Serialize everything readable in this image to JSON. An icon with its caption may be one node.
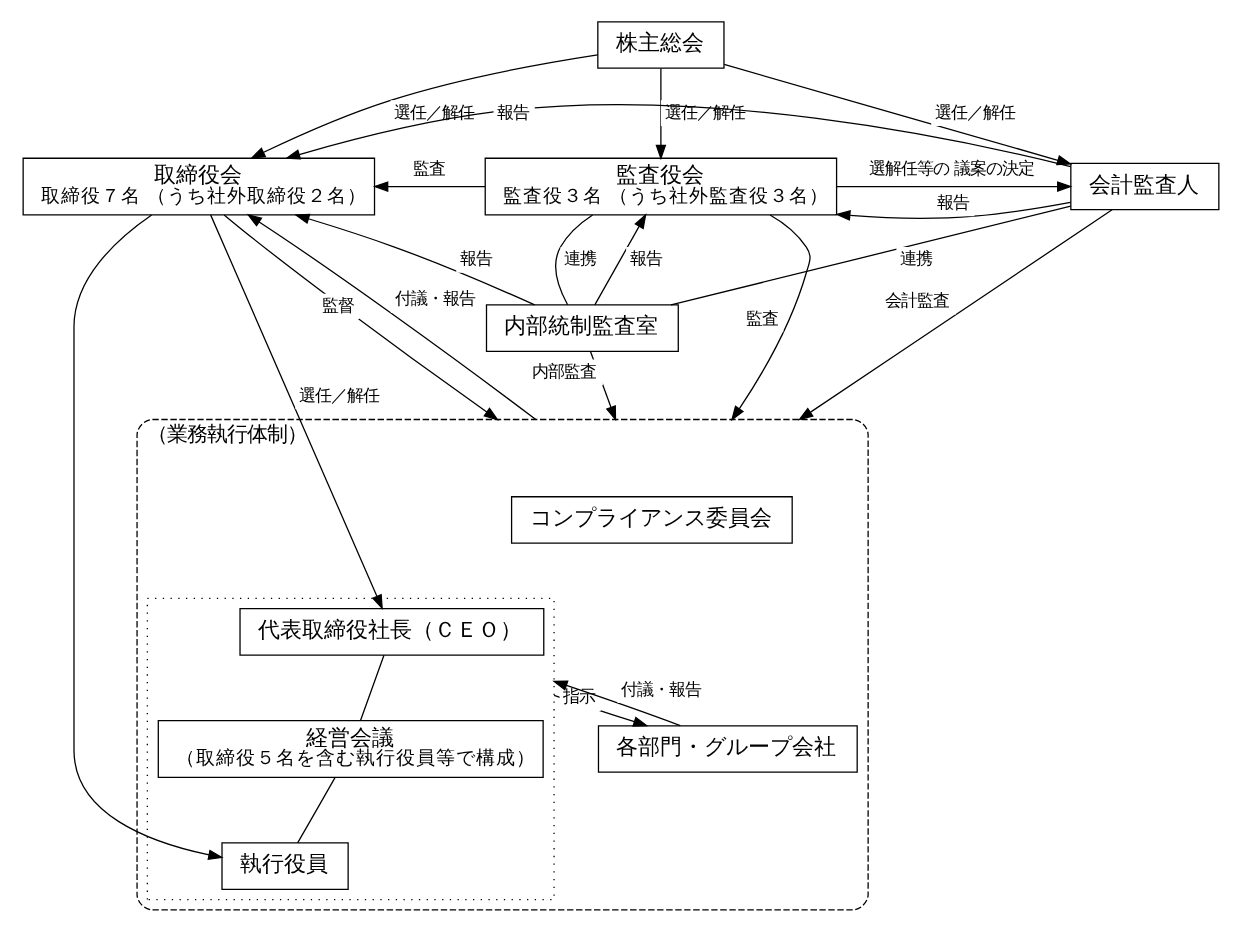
{
  "diagram": {
    "nodes": [
      {
        "text": [
          "株主総会"
        ]
      },
      {
        "text": [
          "取締役会",
          "取締役７名 （うち社外取締役２名）"
        ]
      },
      {
        "text": [
          "監査役会",
          "監査役３名 （うち社外監査役３名）"
        ]
      },
      {
        "text": [
          "会計監査人"
        ]
      },
      {
        "text": [
          "内部統制監査室"
        ]
      },
      {
        "text": [
          "（業務執行体制）"
        ]
      },
      {
        "text": [],
        "shape": "box",
        "in": 5
      },
      {
        "text": [
          "代表取締役社長（ＣＥＯ）"
        ],
        "in": 6
      },
      {
        "text": [
          "経営会議",
          "（取締役５名を含む執行役員等で構成）"
        ],
        "in": 6
      },
      {
        "text": [
          "執行役員"
        ],
        "in": 6
      },
      {
        "text": [
          "コンプライアンス委員会"
        ],
        "in": 5
      },
      {
        "text": [
          "各部門・グループ会社"
        ],
        "in": 5
      }
    ],
    "edges": [
      {
        "from": 0,
        "to": 1,
        "arrow": "to",
        "label": "選任／解任"
      },
      {
        "from": 0,
        "to": 2,
        "arrow": "to",
        "label": "選任／解任"
      },
      {
        "from": 0,
        "to": 3,
        "arrow": "to",
        "label": "選任／解任"
      },
      {
        "from": 3,
        "to": 1,
        "arrow": "to",
        "label": "報告"
      },
      {
        "from": 2,
        "to": 3,
        "arrow": "to",
        "label": "選解任等の 議案の決定"
      },
      {
        "from": 3,
        "to": 2,
        "arrow": "to",
        "label": "報告"
      },
      {
        "from": 2,
        "to": 1,
        "arrow": "to",
        "label": "監査"
      },
      {
        "from": 4,
        "to": 1,
        "arrow": "to",
        "label": "報告"
      },
      {
        "from": 4,
        "to": 2,
        "arrow": "to",
        "label": "報告"
      },
      {
        "from": 4,
        "to": 2,
        "arrow": "none",
        "label": "連携"
      },
      {
        "from": 4,
        "to": 3,
        "arrow": "none",
        "label": "連携"
      },
      {
        "from": 1,
        "to": 7,
        "arrow": "to",
        "label": "選任／解任"
      },
      {
        "from": 1,
        "to": 9,
        "arrow": "to"
      },
      {
        "from": 1,
        "to": 5,
        "arrow": "to",
        "label": "監督"
      },
      {
        "from": 5,
        "to": 1,
        "arrow": "to",
        "label": "付議・報告"
      },
      {
        "from": 7,
        "to": 8,
        "arrow": "none"
      },
      {
        "from": 8,
        "to": 9,
        "arrow": "none"
      },
      {
        "from": 4,
        "to": 5,
        "arrow": "to",
        "label": "内部監査"
      },
      {
        "from": 2,
        "to": 5,
        "arrow": "to",
        "label": "監査"
      },
      {
        "from": 3,
        "to": 5,
        "arrow": "to",
        "label": "会計監査"
      },
      {
        "from": 6,
        "to": 11,
        "arrow": "to",
        "label": "指示"
      },
      {
        "from": 11,
        "to": 6,
        "arrow": "to",
        "label": "付議・報告"
      }
    ]
  }
}
